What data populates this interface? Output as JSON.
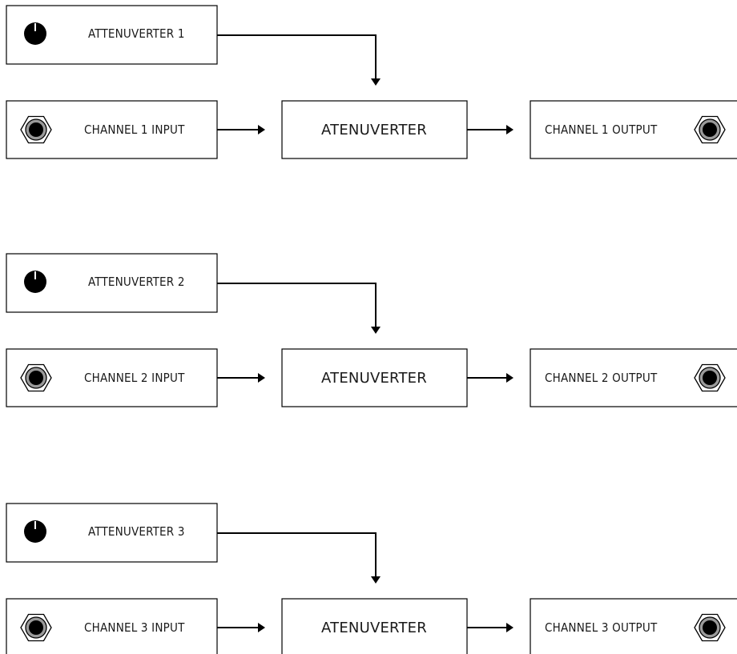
{
  "channels": [
    {
      "attenuverter_label": "ATTENUVERTER 1",
      "input_label": "CHANNEL 1 INPUT",
      "processor_label": "ATENUVERTER",
      "output_label": "CHANNEL 1 OUTPUT"
    },
    {
      "attenuverter_label": "ATTENUVERTER 2",
      "input_label": "CHANNEL 2 INPUT",
      "processor_label": "ATENUVERTER",
      "output_label": "CHANNEL 2 OUTPUT"
    },
    {
      "attenuverter_label": "ATTENUVERTER 3",
      "input_label": "CHANNEL 3 INPUT",
      "processor_label": "ATENUVERTER",
      "output_label": "CHANNEL 3 OUTPUT"
    }
  ],
  "icons": {
    "knob": "knob-icon",
    "jack": "jack-icon"
  },
  "colors": {
    "line": "#000000",
    "background": "#ffffff",
    "jack_ring": "#9a9a9a"
  }
}
